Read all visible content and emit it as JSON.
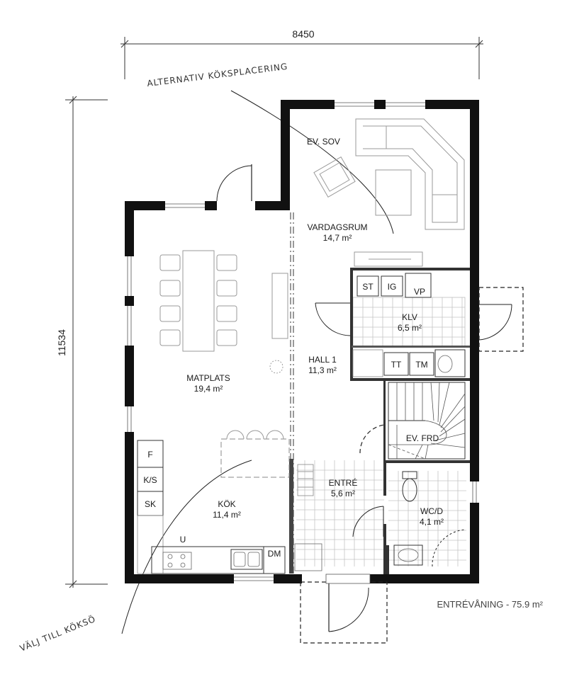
{
  "dimensions": {
    "width": "8450",
    "height": "11534"
  },
  "annotations": {
    "alt_kitchen": "ALTERNATIV KÖKSPLACERING",
    "choose_island": "VÄLJ TILL KÖKSÖ"
  },
  "caption": "ENTRÉVÅNING - 75.9 m²",
  "rooms": {
    "ev_sov": "EV. SOV",
    "vardagsrum": {
      "name": "VARDAGSRUM",
      "area": "14,7 m²"
    },
    "klv": {
      "name": "KLV",
      "area": "6,5 m²"
    },
    "hall": {
      "name": "HALL 1",
      "area": "11,3 m²"
    },
    "matplats": {
      "name": "MATPLATS",
      "area": "19,4 m²"
    },
    "kok": {
      "name": "KÖK",
      "area": "11,4 m²"
    },
    "entre": {
      "name": "ENTRÉ",
      "area": "5,6 m²"
    },
    "wcd": {
      "name": "WC/D",
      "area": "4,1 m²"
    },
    "ev_frd": "EV. FRD"
  },
  "fixtures": {
    "st": "ST",
    "ig": "IG",
    "vp": "VP",
    "tt": "TT",
    "tm": "TM",
    "f": "F",
    "ks": "K/S",
    "sk": "SK",
    "u": "U",
    "dm": "DM"
  }
}
